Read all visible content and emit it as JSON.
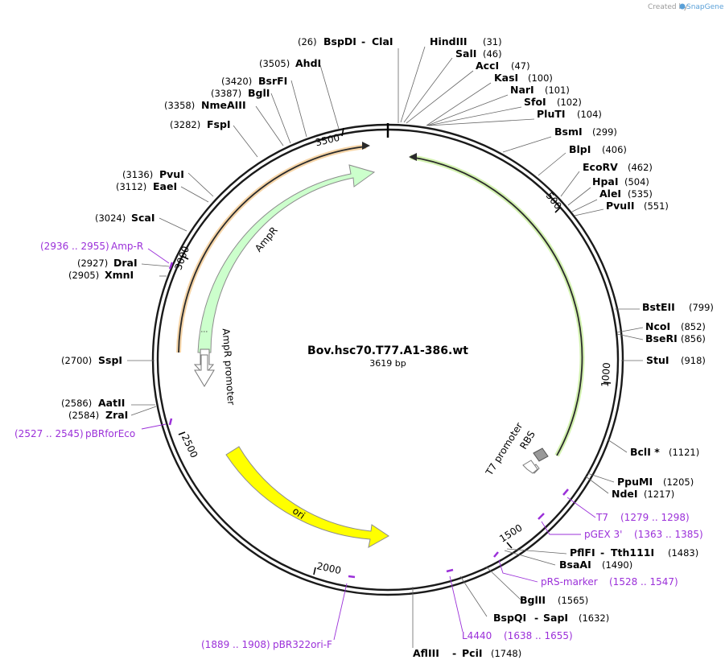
{
  "credit": {
    "prefix": "Created by",
    "brand": "SnapGene"
  },
  "plasmid": {
    "name": "Bov.hsc70.T77.A1-386.wt",
    "size_label": "3619 bp",
    "length": 3619
  },
  "ruler_ticks": [
    "500",
    "1000",
    "1500",
    "2000",
    "2500",
    "3000",
    "3500"
  ],
  "sites": [
    {
      "name": "BspDI",
      "name2": "ClaI",
      "pos": "(26)"
    },
    {
      "name": "HindIII",
      "pos": "(31)"
    },
    {
      "name": "SalI",
      "pos": "(46)"
    },
    {
      "name": "AccI",
      "pos": "(47)"
    },
    {
      "name": "KasI",
      "pos": "(100)"
    },
    {
      "name": "NarI",
      "pos": "(101)"
    },
    {
      "name": "SfoI",
      "pos": "(102)"
    },
    {
      "name": "PluTI",
      "pos": "(104)"
    },
    {
      "name": "BsmI",
      "pos": "(299)"
    },
    {
      "name": "BlpI",
      "pos": "(406)"
    },
    {
      "name": "EcoRV",
      "pos": "(462)"
    },
    {
      "name": "HpaI",
      "pos": "(504)"
    },
    {
      "name": "AleI",
      "pos": "(535)"
    },
    {
      "name": "PvuII",
      "pos": "(551)"
    },
    {
      "name": "BstEII",
      "pos": "(799)"
    },
    {
      "name": "NcoI",
      "pos": "(852)"
    },
    {
      "name": "BseRI",
      "pos": "(856)"
    },
    {
      "name": "StuI",
      "pos": "(918)"
    },
    {
      "name": "BclI *",
      "pos": "(1121)"
    },
    {
      "name": "PpuMI",
      "pos": "(1205)"
    },
    {
      "name": "NdeI",
      "pos": "(1217)"
    },
    {
      "name": "PflFI",
      "name2": "Tth111I",
      "pos": "(1483)"
    },
    {
      "name": "BsaAI",
      "pos": "(1490)"
    },
    {
      "name": "BglII",
      "pos": "(1565)"
    },
    {
      "name": "BspQI",
      "name2": "SapI",
      "pos": "(1632)"
    },
    {
      "name": "AflIII",
      "name2": "PciI",
      "pos": "(1748)"
    },
    {
      "name": "SspI",
      "pos": "(2700)"
    },
    {
      "name": "AatII",
      "pos": "(2586)"
    },
    {
      "name": "ZraI",
      "pos": "(2584)"
    },
    {
      "name": "DraI",
      "pos": "(2927)"
    },
    {
      "name": "XmnI",
      "pos": "(2905)"
    },
    {
      "name": "ScaI",
      "pos": "(3024)"
    },
    {
      "name": "PvuI",
      "pos": "(3136)"
    },
    {
      "name": "EaeI",
      "pos": "(3112)"
    },
    {
      "name": "FspI",
      "pos": "(3282)"
    },
    {
      "name": "NmeAIII",
      "pos": "(3358)"
    },
    {
      "name": "BglI",
      "pos": "(3387)"
    },
    {
      "name": "BsrFI",
      "pos": "(3420)"
    },
    {
      "name": "AhdI",
      "pos": "(3505)"
    }
  ],
  "primers": [
    {
      "name": "T7",
      "range": "(1279 .. 1298)"
    },
    {
      "name": "pGEX 3'",
      "range": "(1363 .. 1385)"
    },
    {
      "name": "pRS-marker",
      "range": "(1528 .. 1547)"
    },
    {
      "name": "L4440",
      "range": "(1638 .. 1655)"
    },
    {
      "name": "pBR322ori-F",
      "range": "(1889 .. 1908)"
    },
    {
      "name": "pBRforEco",
      "range": "(2527 .. 2545)"
    },
    {
      "name": "Amp-R",
      "range": "(2936 .. 2955)"
    }
  ],
  "features": [
    {
      "name": "AmpR",
      "color": "#ccffcc"
    },
    {
      "name": "AmpR promoter",
      "color": "#ffffff"
    },
    {
      "name": "ori",
      "color": "#ffff00"
    },
    {
      "name": "T7 promoter",
      "color": "#ffffff"
    },
    {
      "name": "RBS",
      "color": "#999999"
    }
  ],
  "colors": {
    "primer": "#9B30D9",
    "insert_arc": "#9ad94a",
    "amp_arc": "#e8a040",
    "backbone": "#1a1a1a"
  }
}
